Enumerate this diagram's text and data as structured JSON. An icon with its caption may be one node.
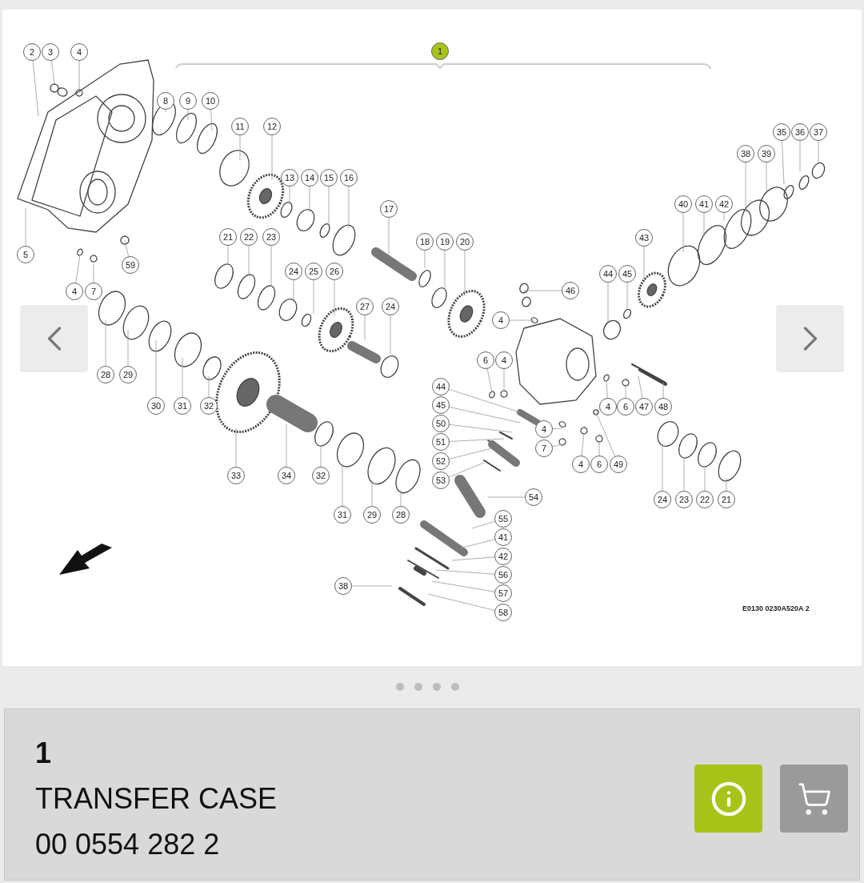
{
  "diagram": {
    "labels": [
      "2",
      "3",
      "4",
      "1",
      "8",
      "9",
      "10",
      "11",
      "12",
      "35",
      "36",
      "37",
      "38",
      "39",
      "13",
      "14",
      "15",
      "16",
      "40",
      "41",
      "42",
      "17",
      "21",
      "22",
      "23",
      "43",
      "18",
      "19",
      "20",
      "5",
      "59",
      "24",
      "25",
      "26",
      "44",
      "45",
      "4",
      "7",
      "46",
      "27",
      "24",
      "4",
      "6",
      "4",
      "28",
      "29",
      "44",
      "30",
      "31",
      "32",
      "45",
      "4",
      "6",
      "47",
      "48",
      "4",
      "50",
      "51",
      "52",
      "53",
      "7",
      "4",
      "6",
      "49",
      "33",
      "34",
      "32",
      "54",
      "24",
      "23",
      "22",
      "21",
      "31",
      "29",
      "28",
      "55",
      "41",
      "42",
      "56",
      "57",
      "58",
      "38",
      "E0130 0230A520A 2",
      "1",
      "TRANSFER CASE",
      "00 0554 282 2"
    ]
  }
}
